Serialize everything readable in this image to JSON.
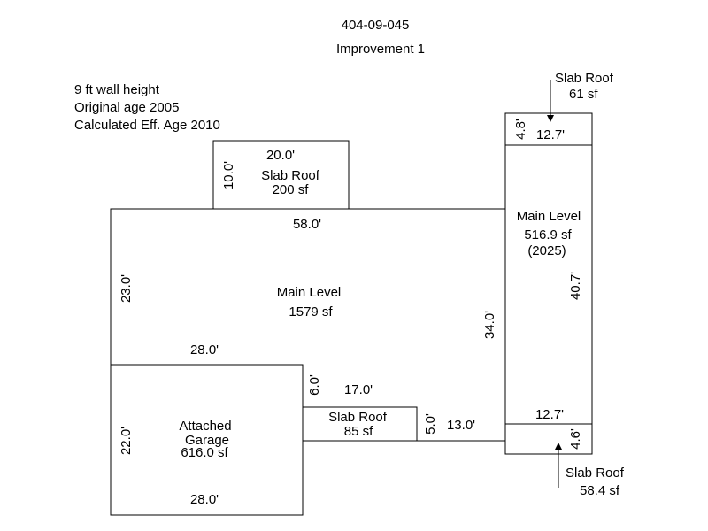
{
  "header": {
    "parcel_id": "404-09-045",
    "improvement": "Improvement 1"
  },
  "notes": {
    "wall_height": "9 ft wall height",
    "original_age": "Original age 2005",
    "effective_age": "Calculated Eff. Age 2010"
  },
  "areas": {
    "main_level": {
      "name": "Main Level",
      "area": "1579 sf",
      "top": "58.0'",
      "left": "23.0'",
      "right": "34.0'",
      "bottom": "28.0'"
    },
    "slab_roof_top": {
      "name": "Slab Roof",
      "area": "200 sf",
      "width": "20.0'",
      "height": "10.0'"
    },
    "main_level_addition": {
      "name": "Main Level",
      "area": "516.9 sf",
      "year": "(2025)",
      "height": "40.7'"
    },
    "slab_roof_upper_right": {
      "name": "Slab Roof",
      "area": "61 sf",
      "width": "12.7'",
      "height": "4.8'"
    },
    "slab_roof_lower_right": {
      "name": "Slab Roof",
      "area": "58.4 sf",
      "width": "12.7'",
      "height": "4.6'"
    },
    "attached_garage": {
      "name_line1": "Attached",
      "name_line2": "Garage",
      "area": "616.0 sf",
      "width": "28.0'",
      "height": "22.0'"
    },
    "slab_roof_center": {
      "name": "Slab Roof",
      "area": "85 sf",
      "width": "17.0'",
      "height": "6.0'"
    },
    "notch": {
      "height": "5.0'",
      "width": "13.0'"
    }
  }
}
